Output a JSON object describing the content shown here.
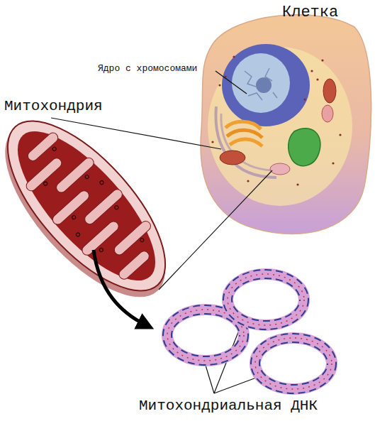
{
  "diagram": {
    "labels": [
      "Клетка",
      "Ядро с хромосомами",
      "Митохондрия",
      "Митохондриальная ДНК"
    ]
  }
}
